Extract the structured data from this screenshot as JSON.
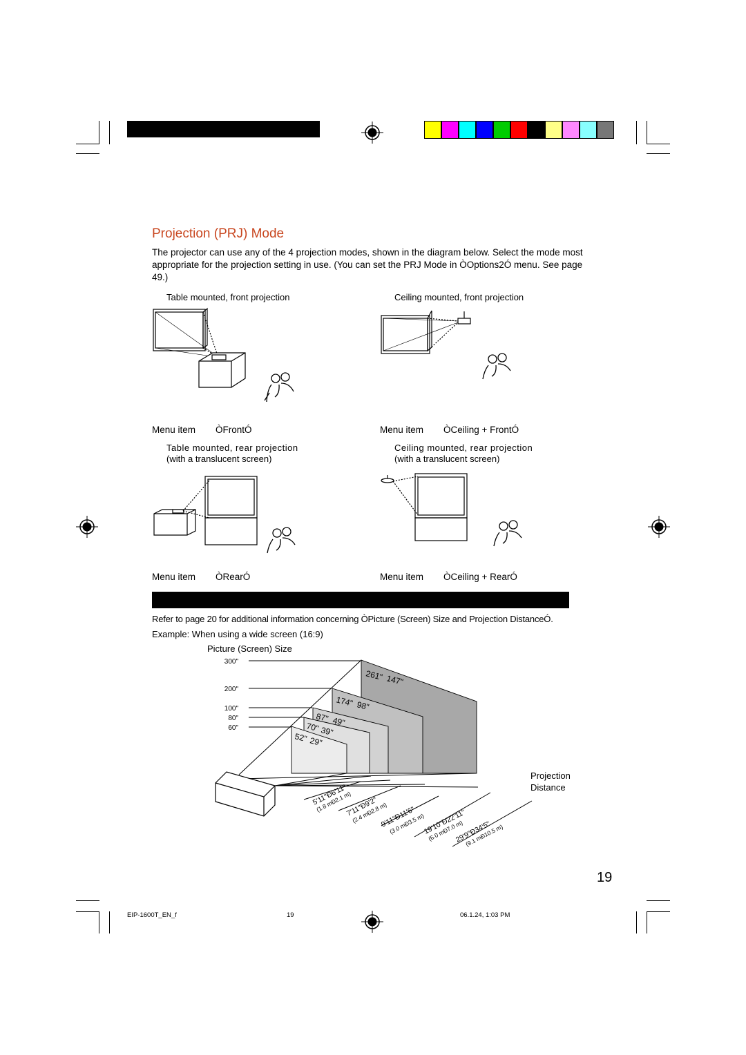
{
  "heading": "Projection (PRJ) Mode",
  "intro": "The projector can use any of the 4 projection modes, shown in the diagram below. Select the mode most appropriate for the projection setting in use. (You can set the PRJ Mode in ÒOptions2Ó menu. See page 49.)",
  "modes": [
    {
      "caption_line1": "Table mounted, front projection",
      "caption_line2": "",
      "menu_label": "Menu item",
      "menu_value": "ÒFrontÓ"
    },
    {
      "caption_line1": "Ceiling mounted, front projection",
      "caption_line2": "",
      "menu_label": "Menu item",
      "menu_value": "ÒCeiling + FrontÓ"
    },
    {
      "caption_line1": "Table mounted, rear projection",
      "caption_line2": "(with a translucent screen)",
      "menu_label": "Menu item",
      "menu_value": "ÒRearÓ"
    },
    {
      "caption_line1": "Ceiling mounted, rear projection",
      "caption_line2": "(with a translucent screen)",
      "menu_label": "Menu item",
      "menu_value": "ÒCeiling + RearÓ"
    }
  ],
  "reference_note": "Refer to page 20 for additional information concerning ÒPicture (Screen) Size and Projection DistanceÓ.",
  "example": "Example: When using a wide screen (16:9)",
  "diagram": {
    "screen_size_title": "Picture (Screen) Size",
    "size_labels": [
      "300\"",
      "200\"",
      "100\"",
      "80\"",
      "60\""
    ],
    "screen_dims": [
      {
        "w": "261\"",
        "h": "147\""
      },
      {
        "w": "174\"",
        "h": "98\""
      },
      {
        "w": "87\"",
        "h": "49\""
      },
      {
        "w": "70\"",
        "h": "39\""
      },
      {
        "w": "52\"",
        "h": "29\""
      }
    ],
    "distances": [
      {
        "ft": "5'11\"Ð6'11\"",
        "m": "(1.8 mÐ2.1 m)"
      },
      {
        "ft": "7'11\"Ð9'2\"",
        "m": "(2.4 mÐ2.8 m)"
      },
      {
        "ft": "9'11\"Ð11'6\"",
        "m": "(3.0 mÐ3.5 m)"
      },
      {
        "ft": "19'10\"Ð22'11\"",
        "m": "(6.0 mÐ7.0 m)"
      },
      {
        "ft": "29'9\"Ð34'5\"",
        "m": "(9.1 mÐ10.5 m)"
      }
    ],
    "distance_title_line1": "Projection",
    "distance_title_line2": "Distance"
  },
  "page_number": "19",
  "footer": {
    "file": "EIP-1600T_EN_f",
    "page": "19",
    "date": "06.1.24, 1:03 PM"
  },
  "color_bar": [
    "#ffff00",
    "#ff00ff",
    "#00ffff",
    "#0000ff",
    "#00cc00",
    "#ff0000",
    "#000000",
    "#ffff88",
    "#ff88ff",
    "#88ffff",
    "#777777"
  ]
}
